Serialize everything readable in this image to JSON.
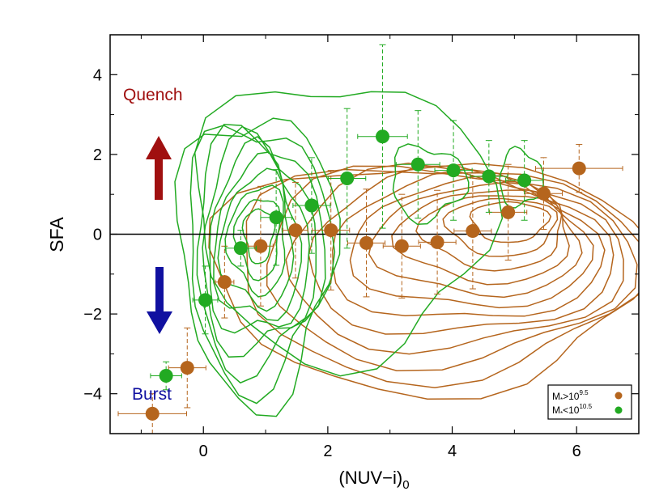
{
  "chart_data": {
    "type": "scatter",
    "title": "",
    "xlabel": "(NUV−i)",
    "xlabel_subscript": "0",
    "ylabel": "SFA",
    "xlim": [
      -1.5,
      7.0
    ],
    "ylim": [
      -5.0,
      5.0
    ],
    "xticks": [
      0,
      2,
      4,
      6
    ],
    "yticks": [
      -4,
      -2,
      0,
      2,
      4
    ],
    "xtick_labels": [
      "0",
      "2",
      "4",
      "6"
    ],
    "ytick_labels": [
      "−4",
      "−2",
      "0",
      "2",
      "4"
    ],
    "reference_line_y": 0,
    "grid": false,
    "legend_position": "bottom-right",
    "annotations": {
      "quench": {
        "text": "Quench",
        "color": "#a01010"
      },
      "burst": {
        "text": "Burst",
        "color": "#1010a0"
      }
    },
    "series": [
      {
        "name": "M*>10^9.5",
        "legend_parts": {
          "base": "M",
          "sub": "*",
          "main": ">10",
          "sup": "9.5"
        },
        "color": "#b5651d",
        "x": [
          -0.82,
          -0.26,
          0.34,
          0.92,
          1.48,
          2.05,
          2.62,
          3.19,
          3.76,
          4.33,
          4.9,
          5.47,
          6.04
        ],
        "y": [
          -4.5,
          -3.35,
          -1.2,
          -0.3,
          0.1,
          0.1,
          -0.22,
          -0.3,
          -0.2,
          0.08,
          0.55,
          1.02,
          1.65
        ],
        "xerr": [
          0.55,
          0.3,
          0.15,
          0.2,
          0.2,
          0.3,
          0.3,
          0.3,
          0.3,
          0.3,
          0.3,
          0.3,
          0.7
        ],
        "yerr": [
          0.5,
          1.0,
          0.9,
          1.5,
          1.2,
          1.5,
          1.35,
          1.3,
          1.3,
          1.45,
          1.2,
          0.9,
          0.6
        ]
      },
      {
        "name": "M*<10^10.5",
        "legend_parts": {
          "base": "M",
          "sub": "*",
          "main": "<10",
          "sup": "10.5"
        },
        "color": "#22aa22",
        "x": [
          -0.6,
          0.03,
          0.6,
          1.17,
          1.74,
          2.31,
          2.88,
          3.45,
          4.02,
          4.59,
          5.16
        ],
        "y": [
          -3.55,
          -1.65,
          -0.35,
          0.42,
          0.72,
          1.4,
          2.45,
          1.75,
          1.6,
          1.45,
          1.35
        ],
        "xerr": [
          0.25,
          0.2,
          0.25,
          0.25,
          0.3,
          0.3,
          0.4,
          0.35,
          0.3,
          0.3,
          0.3
        ],
        "yerr": [
          0.35,
          0.85,
          0.45,
          1.2,
          1.2,
          1.75,
          2.3,
          1.35,
          1.25,
          0.9,
          1.0
        ]
      }
    ]
  }
}
